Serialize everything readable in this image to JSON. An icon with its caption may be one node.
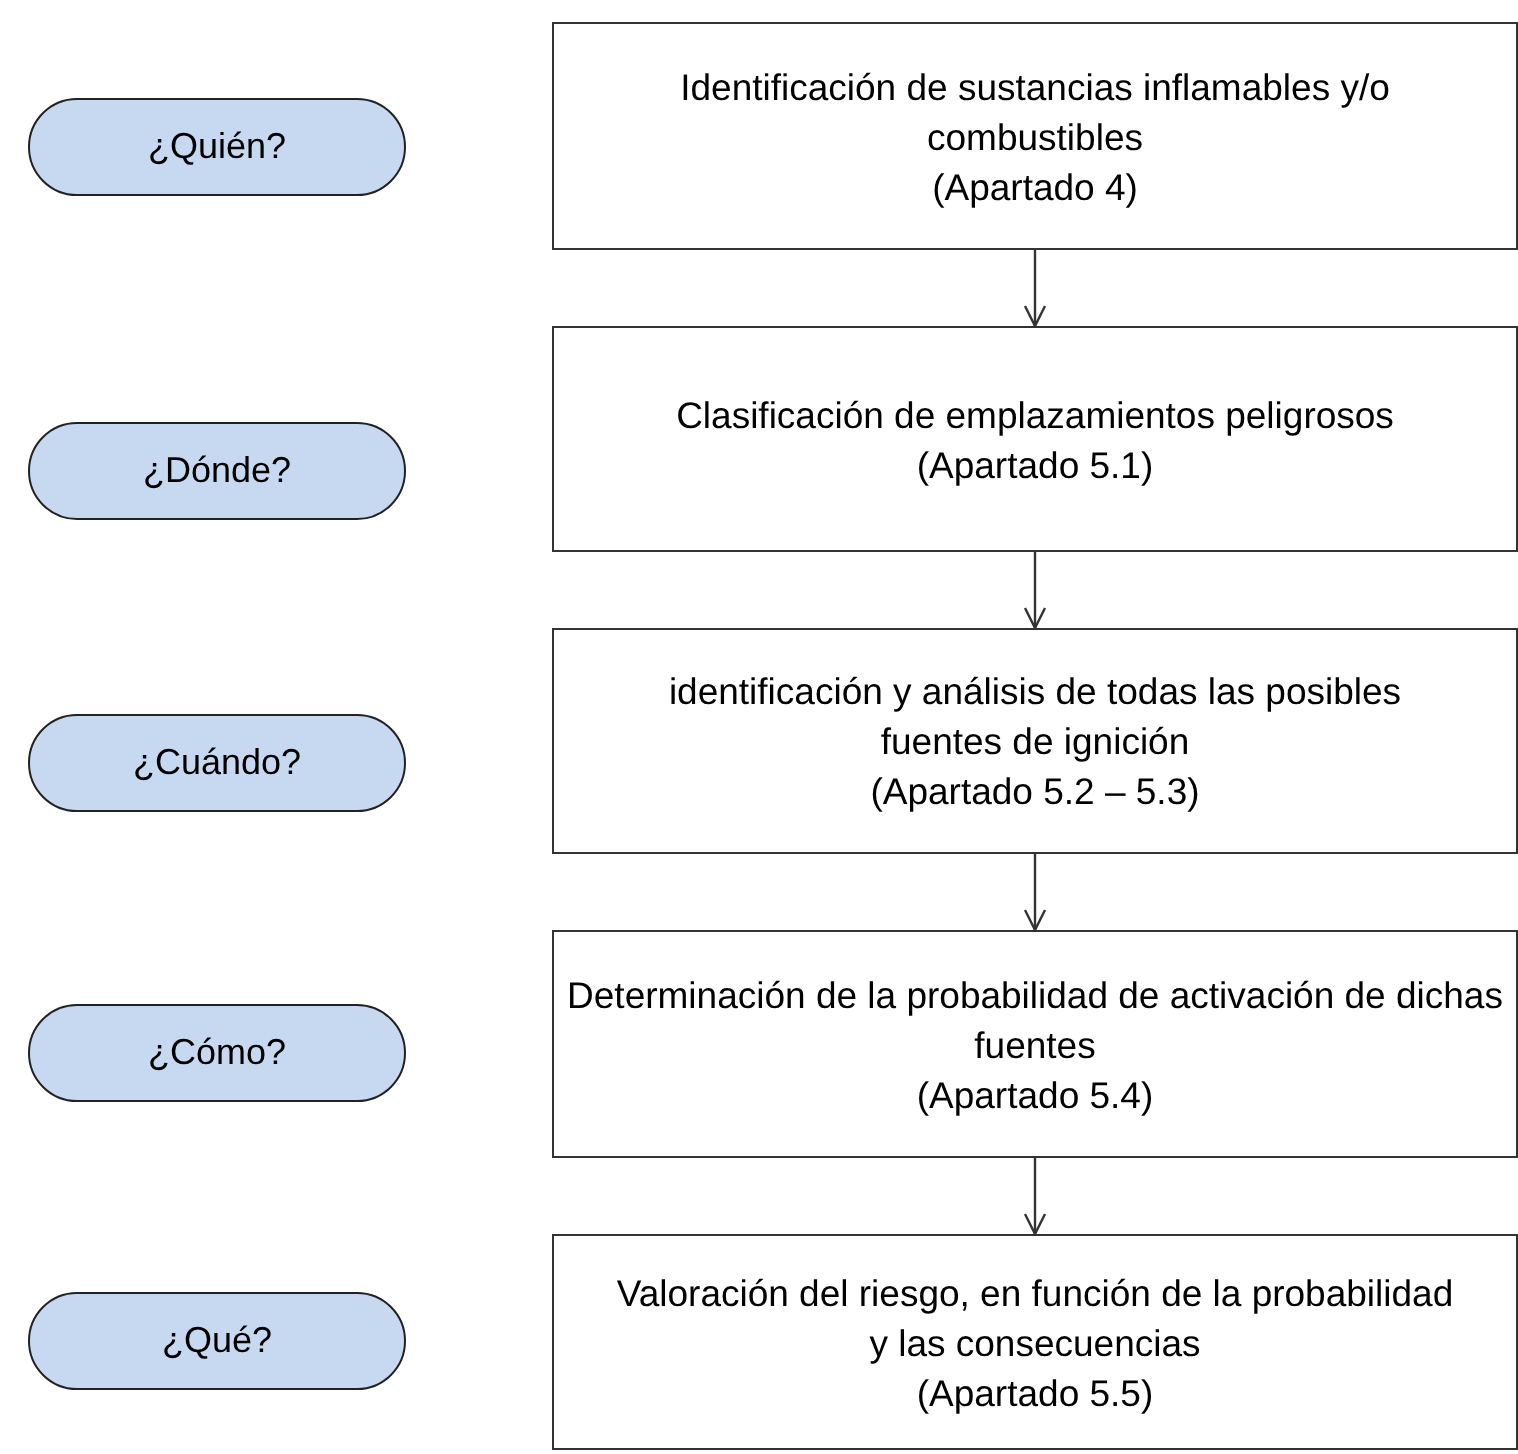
{
  "diagram": {
    "nodes": [
      {
        "text": [
          "¿Quién?"
        ]
      },
      {
        "text": [
          "Identificación de sustancias inflamables y/o combustibles",
          "(Apartado 4)"
        ]
      },
      {
        "text": [
          "¿Dónde?"
        ]
      },
      {
        "text": [
          "Clasificación de emplazamientos peligrosos",
          "(Apartado 5.1)"
        ]
      },
      {
        "text": [
          "¿Cuándo?"
        ]
      },
      {
        "text": [
          "identificación y análisis de todas las posibles fuentes de ignición",
          "(Apartado 5.2 – 5.3)"
        ]
      },
      {
        "text": [
          "¿Cómo?"
        ]
      },
      {
        "text": [
          "Determinación de la probabilidad de activación de dichas fuentes",
          "(Apartado 5.4)"
        ]
      },
      {
        "text": [
          "¿Qué?"
        ]
      },
      {
        "text": [
          "Valoración del riesgo, en función de la probabilidad y las consecuencias",
          "(Apartado 5.5)"
        ]
      }
    ],
    "edges": [
      {
        "from": 1,
        "to": 3,
        "arrow": "to"
      },
      {
        "from": 3,
        "to": 5,
        "arrow": "to"
      },
      {
        "from": 5,
        "to": 7,
        "arrow": "to"
      },
      {
        "from": 7,
        "to": 9,
        "arrow": "to"
      }
    ]
  }
}
